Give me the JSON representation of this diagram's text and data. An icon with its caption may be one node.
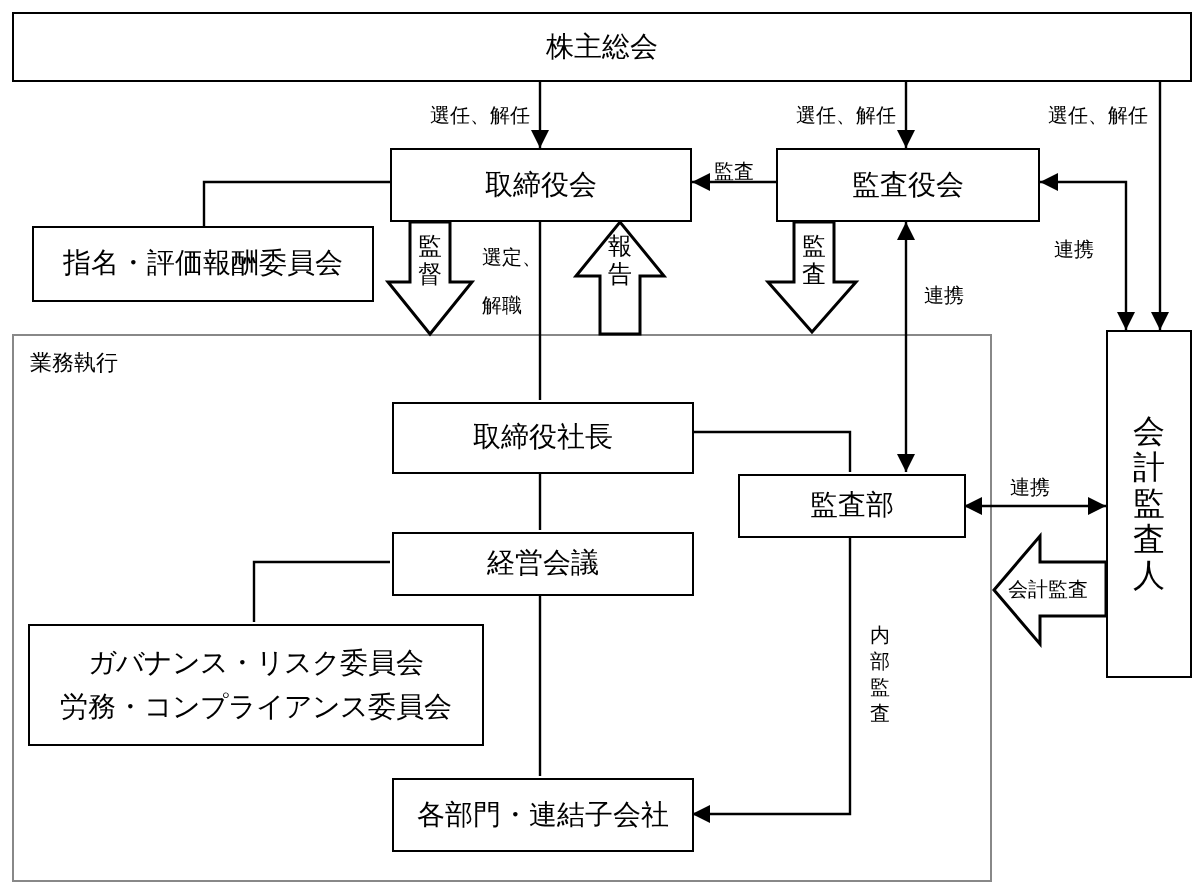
{
  "diagram": {
    "nodes": [
      {
        "text": [
          "株主総会"
        ]
      },
      {
        "text": [
          "取締役会"
        ]
      },
      {
        "text": [
          "監査役会"
        ]
      },
      {
        "text": [
          "指名・評価報酬委員会"
        ]
      },
      {
        "text": [
          "業務執行"
        ]
      },
      {
        "text": [
          "取締役社長"
        ],
        "in": 4
      },
      {
        "text": [
          "監査部"
        ],
        "in": 4
      },
      {
        "text": [
          "経営会議"
        ],
        "in": 4
      },
      {
        "text": [
          "ガバナンス・リスク委員会",
          "労務・コンプライアンス委員会"
        ],
        "in": 4
      },
      {
        "text": [
          "各部門・連結子会社"
        ],
        "in": 4
      },
      {
        "text": [
          "会計監査人"
        ]
      }
    ],
    "edges": [
      {
        "from": 0,
        "to": 1,
        "arrow": "to",
        "label": "選任、解任"
      },
      {
        "from": 0,
        "to": 2,
        "arrow": "to",
        "label": "選任、解任"
      },
      {
        "from": 0,
        "to": 10,
        "arrow": "to",
        "label": "選任、解任"
      },
      {
        "from": 2,
        "to": 1,
        "arrow": "to",
        "label": "監査"
      },
      {
        "from": 1,
        "to": 3,
        "arrow": "none"
      },
      {
        "from": 1,
        "to": 4,
        "arrow": "to",
        "label": "監督",
        "style": "thick"
      },
      {
        "from": 4,
        "to": 1,
        "arrow": "to",
        "label": "報告",
        "style": "thick"
      },
      {
        "from": 1,
        "to": 5,
        "arrow": "none",
        "label": "選定、解職"
      },
      {
        "from": 2,
        "to": 4,
        "arrow": "to",
        "label": "監査",
        "style": "thick"
      },
      {
        "from": 2,
        "to": 6,
        "arrow": "both",
        "label": "連携"
      },
      {
        "from": 2,
        "to": 10,
        "arrow": "both",
        "label": "連携"
      },
      {
        "from": 6,
        "to": 10,
        "arrow": "both",
        "label": "連携"
      },
      {
        "from": 10,
        "to": 4,
        "arrow": "to",
        "label": "会計監査",
        "style": "thick"
      },
      {
        "from": 5,
        "to": 6,
        "arrow": "none"
      },
      {
        "from": 5,
        "to": 7,
        "arrow": "none"
      },
      {
        "from": 7,
        "to": 8,
        "arrow": "none"
      },
      {
        "from": 7,
        "to": 9,
        "arrow": "none"
      },
      {
        "from": 6,
        "to": 9,
        "arrow": "to",
        "label": "内部監査"
      }
    ]
  }
}
